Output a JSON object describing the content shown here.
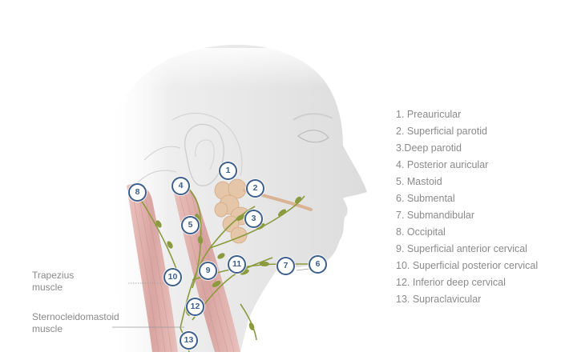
{
  "legend": {
    "items": [
      "1. Preauricular",
      "2. Superficial parotid",
      "3.Deep parotid",
      "4. Posterior auricular",
      "5. Mastoid",
      "6. Submental",
      "7. Submandibular",
      "8. Occipital",
      "9. Superficial anterior cervical",
      "10. Superficial posterior cervical",
      "12. Inferior deep cervical",
      "13. Supraclavicular"
    ]
  },
  "labels": {
    "trapezius": [
      "Trapezius",
      "muscle"
    ],
    "sternocleidomastoid": [
      "Sternocleidomastoid",
      "muscle"
    ]
  },
  "markers": {
    "m1": "1",
    "m2": "2",
    "m3": "3",
    "m4": "4",
    "m5": "5",
    "m6": "6",
    "m7": "7",
    "m8": "8",
    "m9": "9",
    "m10": "10",
    "m11": "11",
    "m12": "12",
    "m13": "13"
  },
  "colors": {
    "marker": "#3d5f8c",
    "lymph": "#8a9a3c",
    "muscle": "#d9a3a0",
    "gland": "#e6c6a8",
    "head": "#e4e4e4"
  }
}
